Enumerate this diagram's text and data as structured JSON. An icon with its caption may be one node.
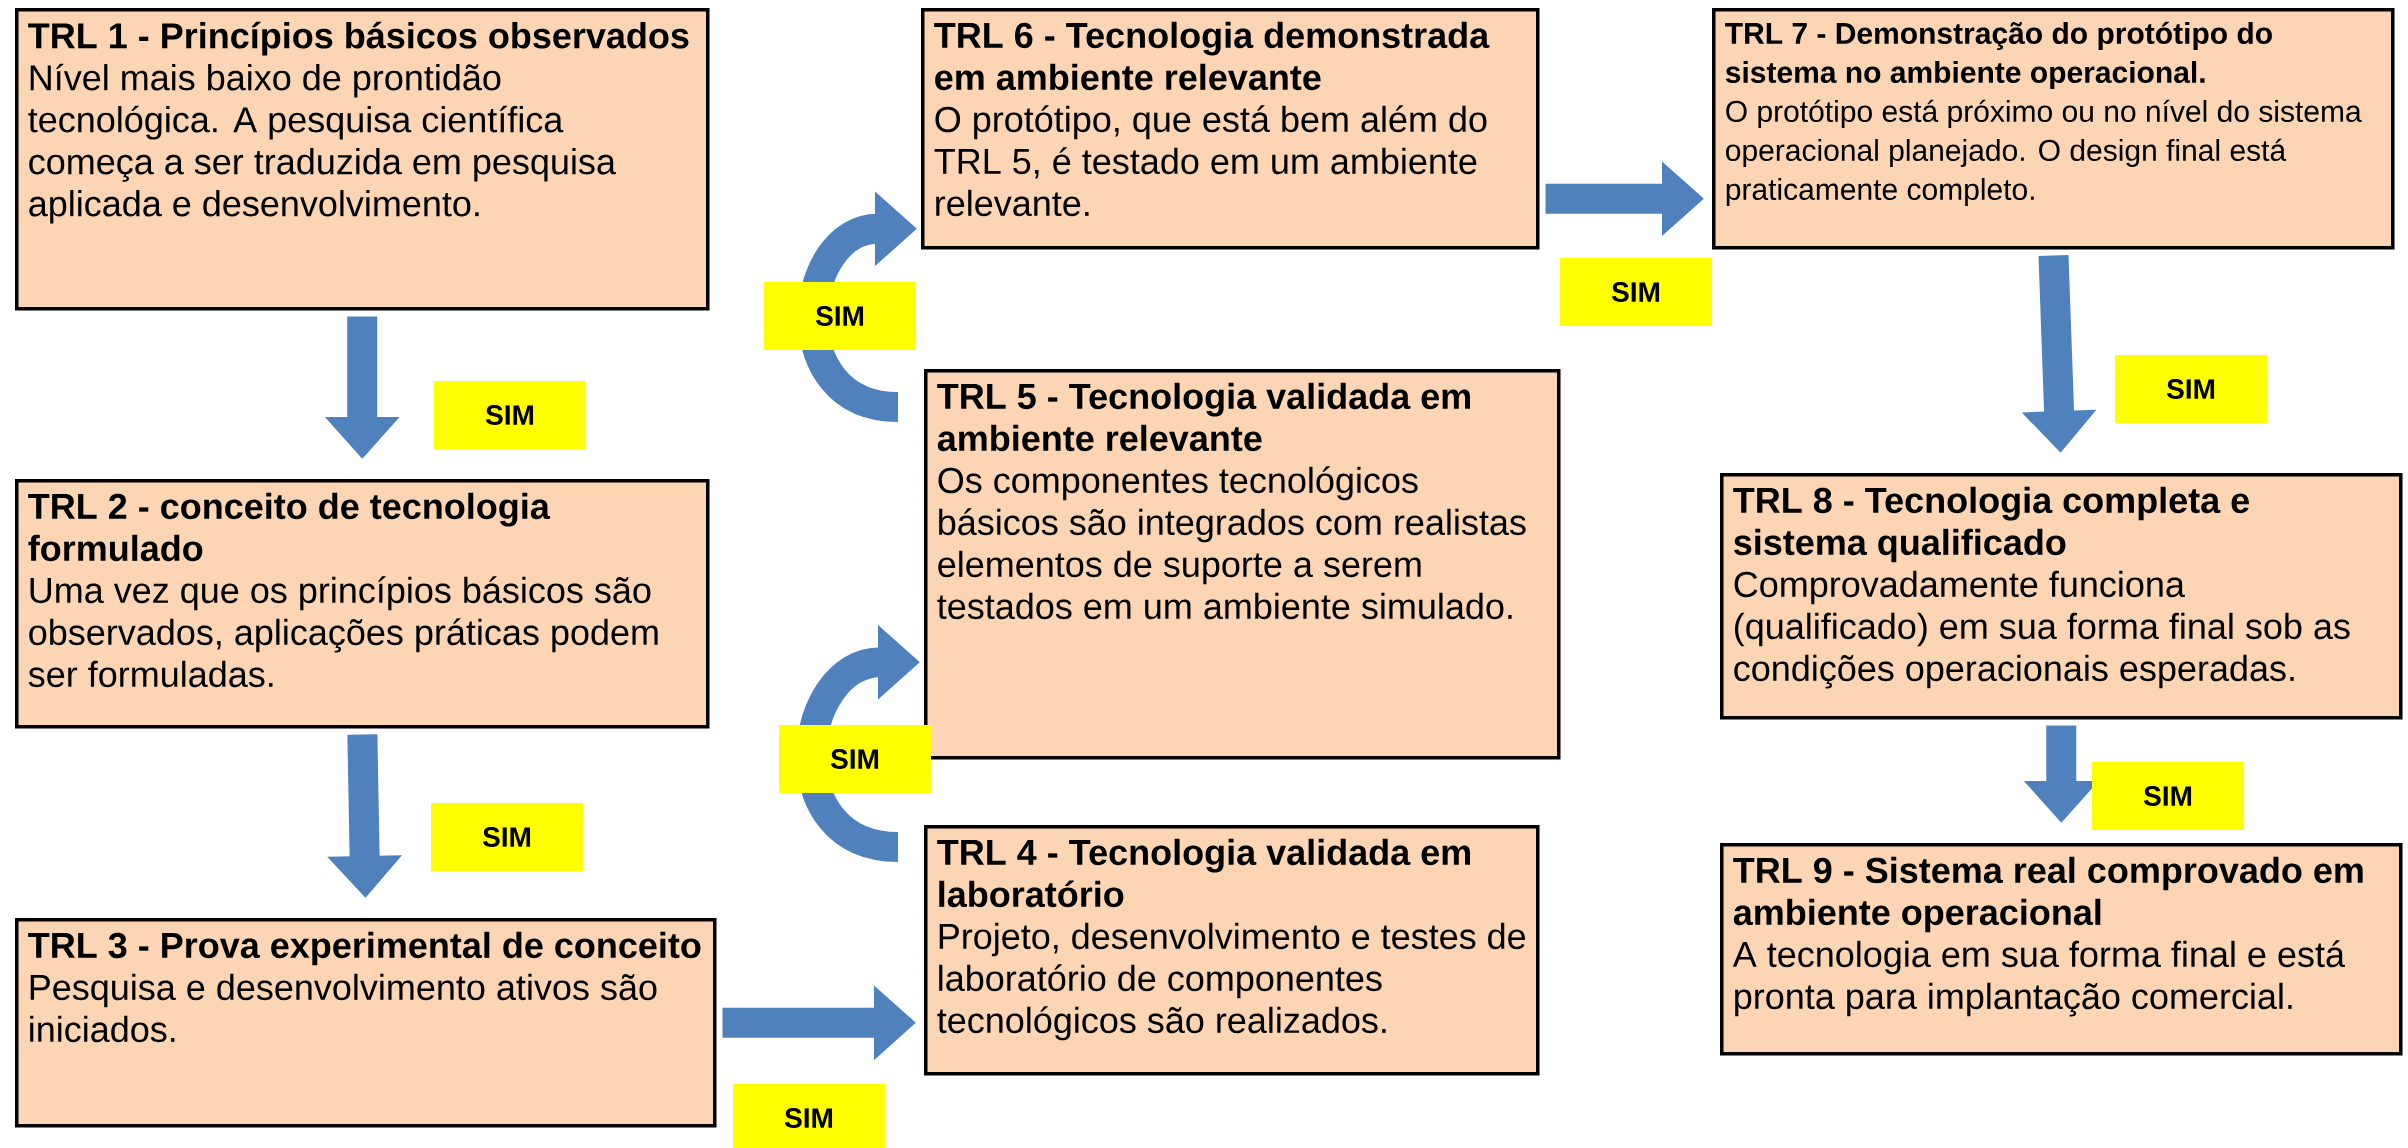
{
  "diagram": {
    "nodes": [
      {
        "text": [
          "TRL 1 - Princípios básicos observados",
          "Nível mais baixo de prontidão tecnológica. A pesquisa científica começa a ser traduzida em pesquisa aplicada e desenvolvimento."
        ]
      },
      {
        "text": [
          "TRL 2 - conceito de tecnologia formulado",
          "Uma vez que os princípios básicos são observados, aplicações práticas podem ser formuladas."
        ]
      },
      {
        "text": [
          "TRL 3 - Prova experimental de conceito",
          "Pesquisa e desenvolvimento ativos são iniciados."
        ]
      },
      {
        "text": [
          "TRL 4 - Tecnologia validada em laboratório",
          "Projeto, desenvolvimento e testes de laboratório de componentes tecnológicos são realizados."
        ]
      },
      {
        "text": [
          "TRL 5 - Tecnologia validada em ambiente relevante",
          "Os componentes tecnológicos básicos são integrados com realistas elementos de suporte a serem testados em um ambiente simulado."
        ]
      },
      {
        "text": [
          "TRL 6 - Tecnologia demonstrada em ambiente relevante",
          "O protótipo, que está bem além do TRL 5, é testado em um ambiente relevante."
        ]
      },
      {
        "text": [
          "TRL 7 - Demonstração do protótipo do sistema no ambiente operacional.",
          "O protótipo está próximo ou no nível do sistema operacional planejado. O design final está praticamente completo."
        ]
      },
      {
        "text": [
          "TRL 8 - Tecnologia completa e sistema qualificado",
          "Comprovadamente funciona (qualificado) em sua forma final sob as condições operacionais esperadas."
        ]
      },
      {
        "text": [
          "TRL 9 - Sistema real comprovado em ambiente operacional",
          "A tecnologia em sua forma final e está pronta para implantação comercial."
        ]
      }
    ],
    "edges": [
      {
        "from": 0,
        "to": 1,
        "arrow": "to",
        "label": "SIM"
      },
      {
        "from": 1,
        "to": 2,
        "arrow": "to",
        "label": "SIM"
      },
      {
        "from": 2,
        "to": 3,
        "arrow": "to",
        "label": "SIM"
      },
      {
        "from": 3,
        "to": 4,
        "arrow": "to",
        "label": "SIM"
      },
      {
        "from": 4,
        "to": 5,
        "arrow": "to",
        "label": "SIM"
      },
      {
        "from": 5,
        "to": 6,
        "arrow": "to",
        "label": "SIM"
      },
      {
        "from": 6,
        "to": 7,
        "arrow": "to",
        "label": "SIM"
      },
      {
        "from": 7,
        "to": 8,
        "arrow": "to",
        "label": "SIM"
      }
    ]
  }
}
